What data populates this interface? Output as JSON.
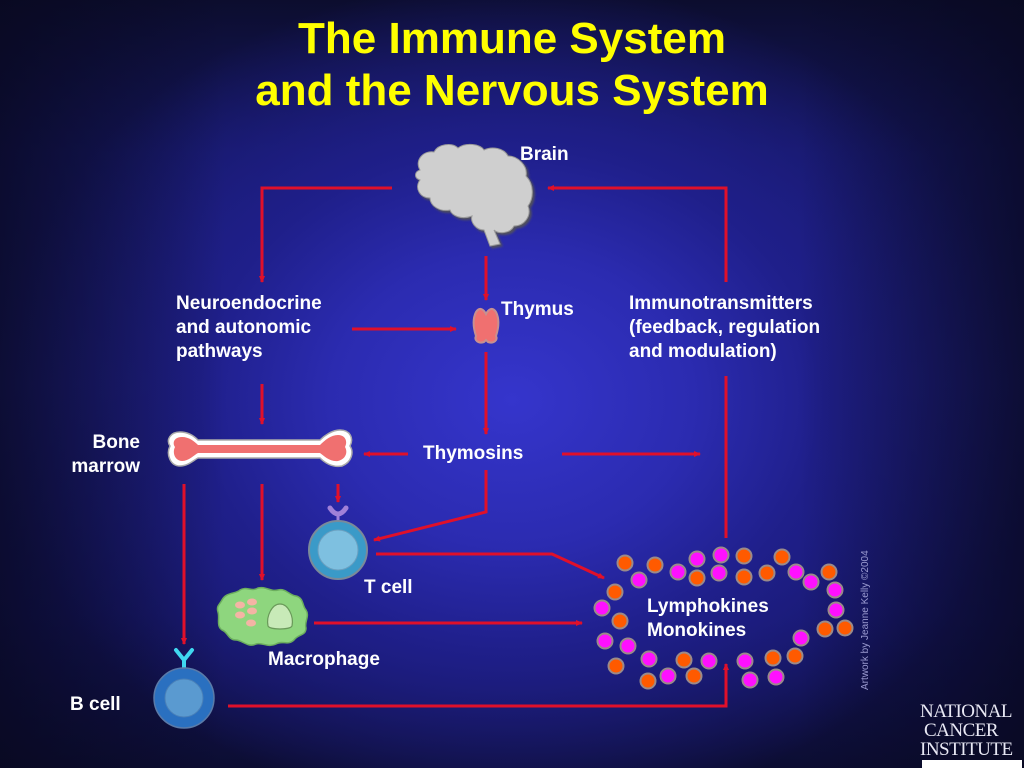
{
  "title": {
    "line1": "The Immune System",
    "line2": "and the Nervous System"
  },
  "labels": {
    "brain": "Brain",
    "neuroendocrine": [
      "Neuroendocrine",
      "and autonomic",
      "pathways"
    ],
    "thymus": "Thymus",
    "immunotransmitters": [
      "Immunotransmitters",
      "(feedback, regulation",
      "and modulation)"
    ],
    "bone_marrow": [
      "Bone",
      "marrow"
    ],
    "thymosins": "Thymosins",
    "t_cell": "T cell",
    "macrophage": "Macrophage",
    "b_cell": "B cell",
    "cytokines": [
      "Lymphokines",
      "Monokines"
    ]
  },
  "credit": "Artwork by Jeanne Kelly ©2004",
  "logo": {
    "line1": "NATIONAL",
    "line2": "CANCER",
    "line3": "INSTITUTE"
  },
  "colors": {
    "title": "#ffff00",
    "arrow": "#e0102a",
    "brain": "#cfcfcf",
    "thymus": "#f07070",
    "bone": "#f07070",
    "t_cell": "#3a9ac8",
    "b_cell": "#2a70c0",
    "macrophage": "#8ed67e",
    "lymphokine_dot": "#ff5a00",
    "monokine_dot": "#ff10ff"
  },
  "icons": {
    "brain": "brain-icon",
    "thymus": "thymus-icon",
    "bone": "bone-icon",
    "t_cell": "t-cell-icon",
    "b_cell": "b-cell-icon",
    "macrophage": "macrophage-icon",
    "cytokines": "cytokine-cluster-icon"
  }
}
